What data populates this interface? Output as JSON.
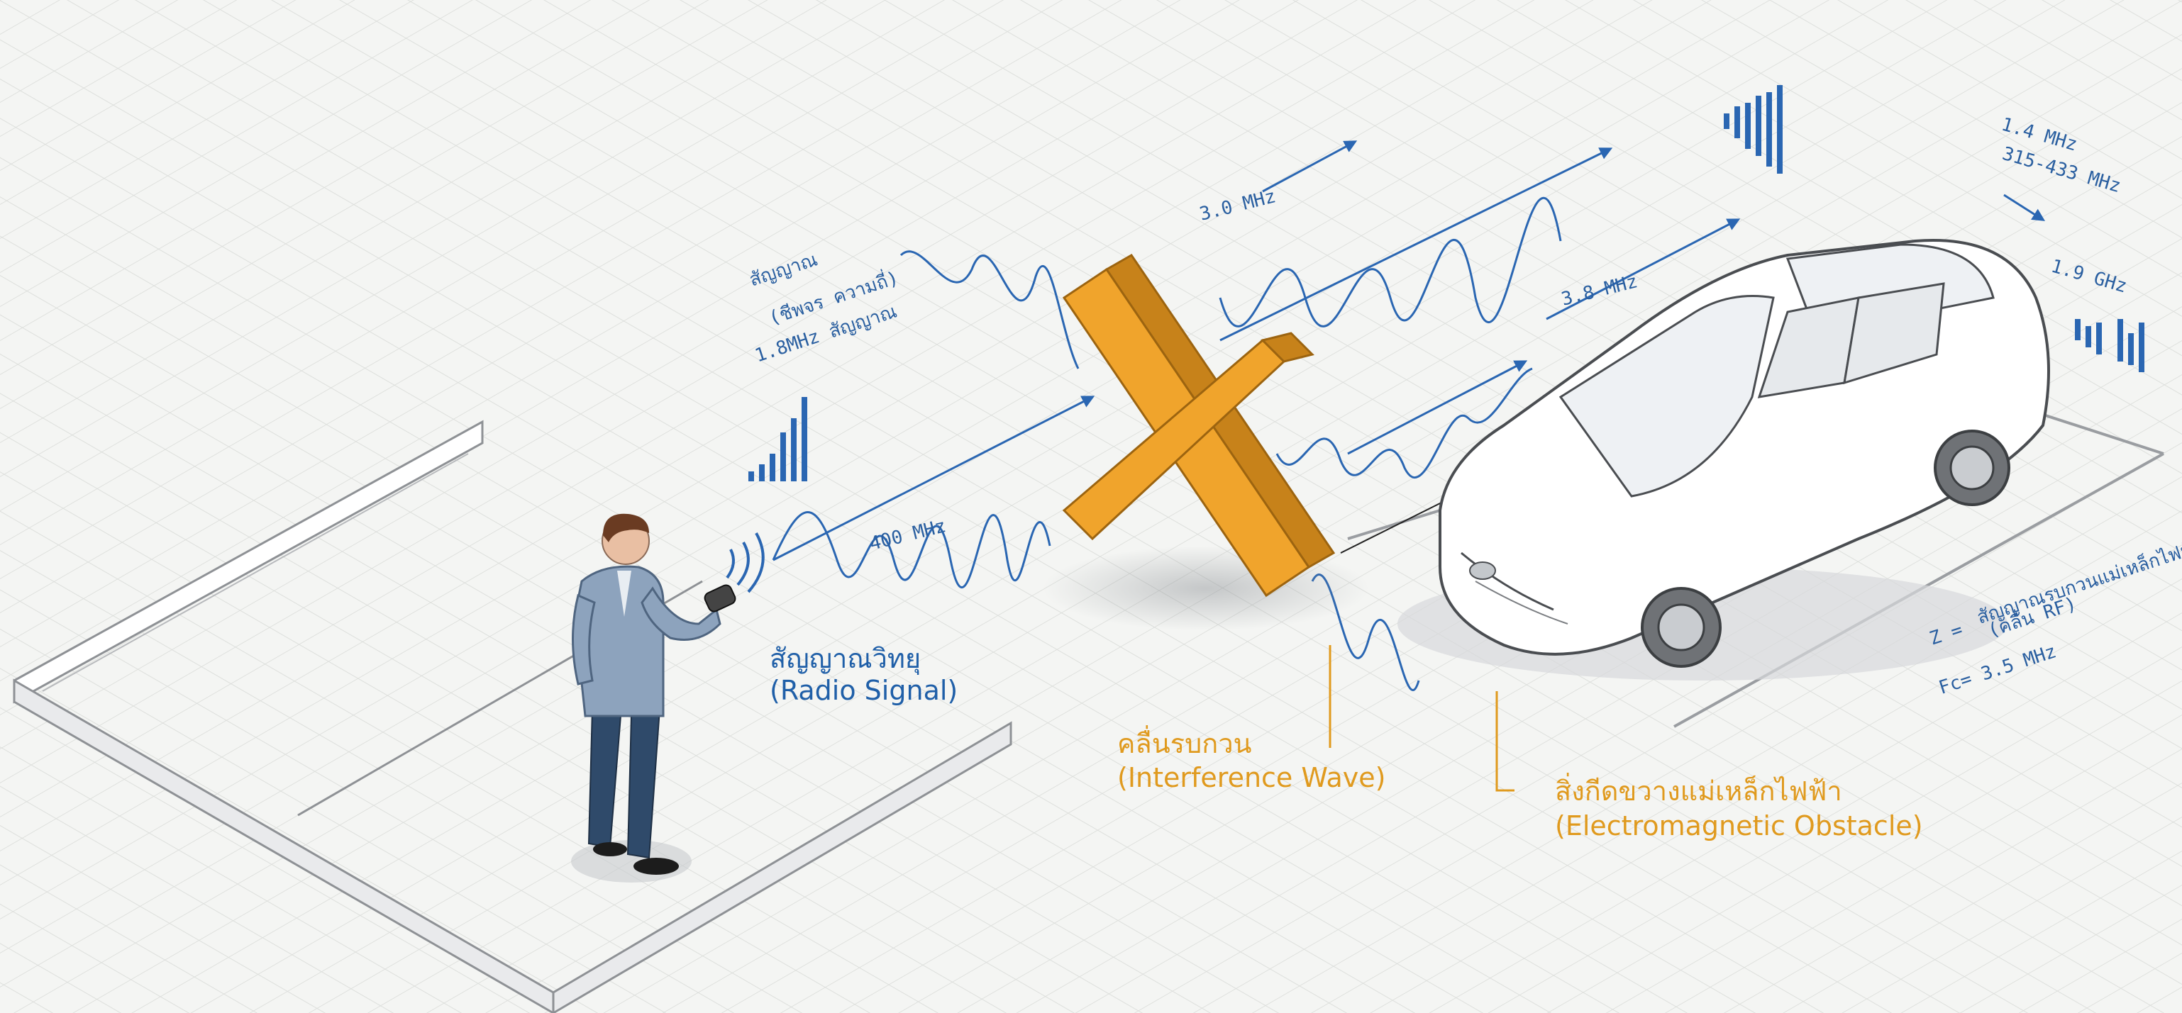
{
  "labels": {
    "radio_th": "สัญญาณวิทยุ",
    "radio_en": "(Radio Signal)",
    "interference_th": "คลื่นรบกวน",
    "interference_en": "(Interference Wave)",
    "obstacle_th": "สิ่งกีดขวางแม่เหล็กไฟฟ้า",
    "obstacle_en": "(Electromagnetic Obstacle)"
  },
  "annotations": {
    "left_1": "สัญญาณ",
    "left_2": "(ชีพจร ความถี่)",
    "left_3": "1.8MHz สัญญาณ",
    "freq_400": "400 MHz",
    "freq_3_0": "3.0 MHz",
    "freq_3_8": "3.8 MHz",
    "right_1": "1.4 MHz",
    "right_2": "315-433 MHz",
    "right_3": "1.9 GHz",
    "right_4": "สัญญาณรบกวนแม่เหล็กไฟฟ้า",
    "right_5": "(คลื่น RF)",
    "right_6": "Fc= 3.5 MHz",
    "right_7": "Z ="
  },
  "colors": {
    "signal": "#2a66b2",
    "interference": "#f0a42c",
    "interference_dark": "#c7821a",
    "grid": "#dcdedb",
    "label_blue": "#1f5fa8",
    "label_orange": "#e09a1e"
  }
}
